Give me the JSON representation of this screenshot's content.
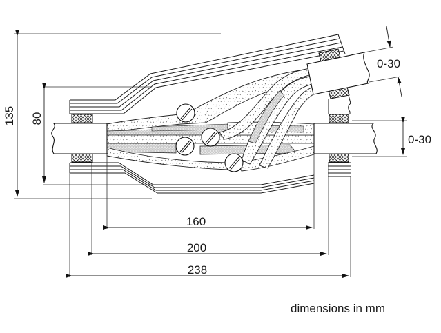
{
  "diagram": {
    "title": "Cable joint sleeve dimensional drawing",
    "units_note": "dimensions in mm",
    "dimensions": {
      "overall_height": "135",
      "inner_height": "80",
      "length_inner": "160",
      "length_middle": "200",
      "length_overall": "238",
      "branch_cable_diameter_range": "0-30",
      "main_cable_diameter_range": "0-30"
    },
    "components": [
      {
        "name": "sleeve-shell",
        "description": "Multi-layer outer housing"
      },
      {
        "name": "left-cable",
        "description": "Incoming main cable"
      },
      {
        "name": "right-cable",
        "description": "Outgoing main cable"
      },
      {
        "name": "branch-cable",
        "description": "Angled branch cable"
      },
      {
        "name": "sealing-rings",
        "description": "Cross-hatched seal gaskets"
      },
      {
        "name": "connectors",
        "description": "Screw-type cores connectors"
      },
      {
        "name": "insulated-cores",
        "description": "Stippled conductor cores"
      }
    ],
    "colors": {
      "line": "#1a1a1a",
      "text": "#1a1a1a",
      "background": "#ffffff"
    }
  }
}
